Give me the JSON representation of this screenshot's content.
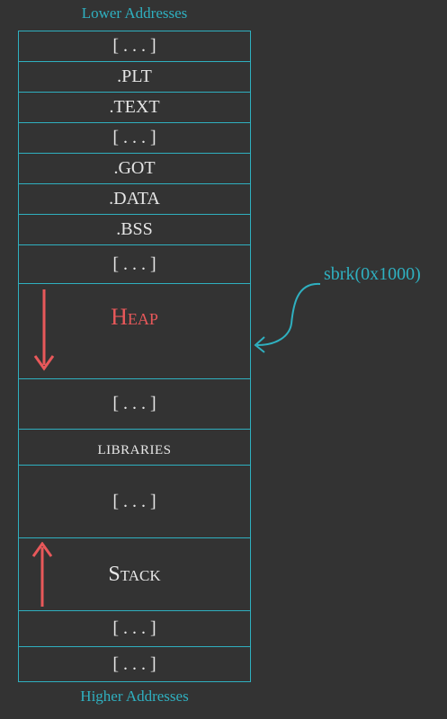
{
  "labels": {
    "lower": "Lower Addresses",
    "higher": "Higher Addresses",
    "sbrk": "sbrk(0x1000)"
  },
  "segments": [
    {
      "label": "[ . . . ]"
    },
    {
      "label": ".PLT"
    },
    {
      "label": ".TEXT"
    },
    {
      "label": "[ . . . ]"
    },
    {
      "label": ".GOT"
    },
    {
      "label": ".DATA"
    },
    {
      "label": ".BSS"
    },
    {
      "label": "[ . . . ]"
    },
    {
      "label": "Heap"
    },
    {
      "label": "[ . . . ]"
    },
    {
      "label": "libraries"
    },
    {
      "label": "[ . . . ]"
    },
    {
      "label": "Stack"
    },
    {
      "label": "[ . . . ]"
    },
    {
      "label": "[ . . . ]"
    }
  ],
  "colors": {
    "background": "#333333",
    "border": "#2fb0c0",
    "text": "#e6e6e6",
    "heap": "#e8585a",
    "arrow": "#e8585a",
    "callout": "#2fb0c0"
  }
}
